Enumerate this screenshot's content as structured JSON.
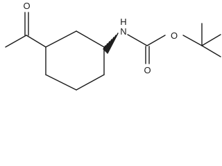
{
  "molecule": {
    "atoms": {
      "ketone_oxygen": "O",
      "amine_nitrogen": "N",
      "amine_hydrogen": "H",
      "ester_oxygen": "O",
      "carbonyl_oxygen": "O"
    },
    "colors": {
      "bond": "#1a1a1a",
      "label": "#1a1a1a",
      "background": "#ffffff"
    }
  }
}
